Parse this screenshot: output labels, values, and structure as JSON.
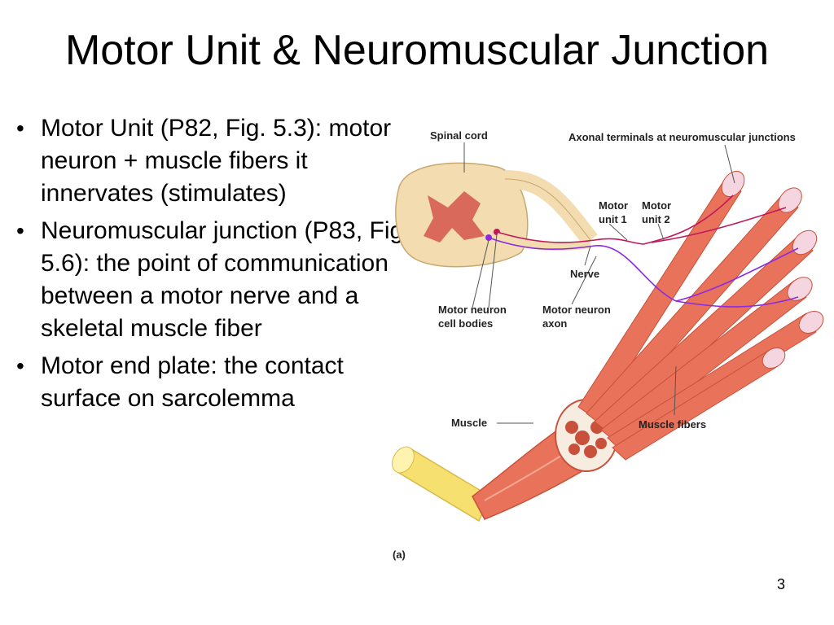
{
  "slide": {
    "title": "Motor Unit & Neuromuscular Junction",
    "page_number": "3"
  },
  "bullets": [
    {
      "text": "Motor Unit (P82, Fig. 5.3): motor neuron + muscle fibers it innervates (stimulates)"
    },
    {
      "text": "Neuromuscular junction (P83, Fig. 5.6): the point of communication between a motor nerve and a skeletal muscle fiber"
    },
    {
      "text": "Motor end plate: the contact surface on sarcolemma"
    }
  ],
  "figure": {
    "labels": {
      "spinal_cord": "Spinal cord",
      "axonal_terminals": "Axonal terminals at neuromuscular junctions",
      "motor_unit_1_a": "Motor",
      "motor_unit_1_b": "unit 1",
      "motor_unit_2_a": "Motor",
      "motor_unit_2_b": "unit 2",
      "nerve": "Nerve",
      "motor_neuron_cell_bodies_a": "Motor neuron",
      "motor_neuron_cell_bodies_b": "cell bodies",
      "motor_neuron_axon_a": "Motor neuron",
      "motor_neuron_axon_b": "axon",
      "muscle": "Muscle",
      "muscle_fibers": "Muscle fibers",
      "panel": "(a)"
    },
    "colors": {
      "muscle": "#e8735a",
      "muscle_dark": "#c9503a",
      "spinal_cord": "#f2dcb0",
      "gray_matter": "#d9695a",
      "tendon": "#f5e070",
      "neuron_1": "#c0185a",
      "neuron_2": "#8a2be2"
    }
  }
}
